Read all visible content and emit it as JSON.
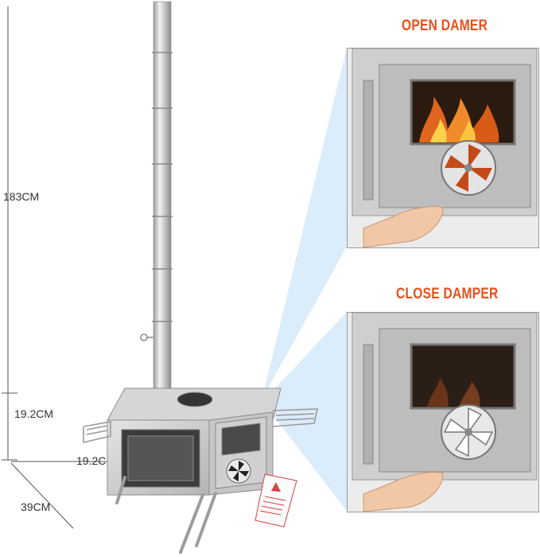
{
  "dimensions": {
    "chimney_height": "183CM",
    "stove_height": "19.2CM",
    "stove_depth": "19.2CM",
    "stove_length": "39CM"
  },
  "callouts": {
    "open_title": "OPEN DAMER",
    "close_title": "CLOSE DAMPER"
  },
  "colors": {
    "accent": "#e8501c",
    "steel": "#c9c9c9",
    "fire": "#e0661e",
    "highlight": "#cfe6f8"
  }
}
